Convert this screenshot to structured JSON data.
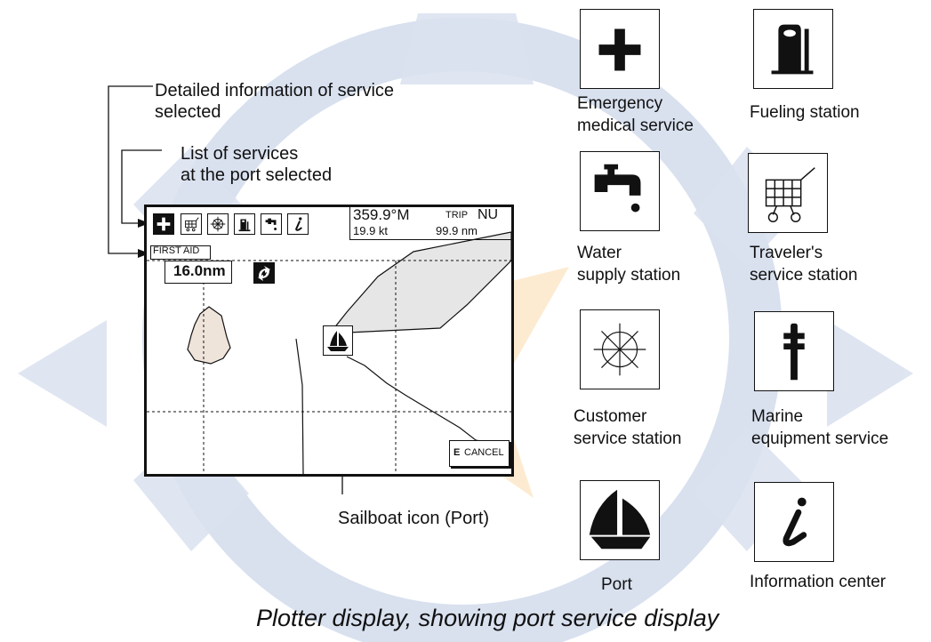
{
  "colors": {
    "watermark_blue": "#d9e1ef",
    "watermark_orange": "#fde9cc",
    "land": "#e6e6e6",
    "island": "#efe4da",
    "ink": "#111111"
  },
  "callouts": {
    "detail_line1": "Detailed information of service",
    "detail_line2": "selected",
    "list_line1": "List of services",
    "list_line2": "at the port selected",
    "sailboat": "Sailboat icon (Port)"
  },
  "screen": {
    "heading": "359.9°M",
    "trip_label": "TRIP",
    "nu_label": "NU",
    "speed": "19.9 kt",
    "distance": "99.9 nm",
    "tab_label": "FIRST AID",
    "range": "16.0nm",
    "cancel_key": "E",
    "cancel_label": "CANCEL",
    "toolbar_icons": [
      "first-aid-icon",
      "cart-icon",
      "compass-icon",
      "fuel-icon",
      "water-tap-icon",
      "info-icon"
    ]
  },
  "legend": {
    "emergency": {
      "icon": "cross-icon",
      "line1": "Emergency",
      "line2": "medical service"
    },
    "fueling": {
      "icon": "fuel-pump-icon",
      "line1": "Fueling station"
    },
    "water": {
      "icon": "water-tap-icon",
      "line1": "Water",
      "line2": "supply station"
    },
    "traveler": {
      "icon": "shopping-cart-icon",
      "line1": "Traveler's",
      "line2": "service station"
    },
    "customer": {
      "icon": "compass-rose-icon",
      "line1": "Customer",
      "line2": "service station"
    },
    "marine": {
      "icon": "marine-equipment-icon",
      "line1": "Marine",
      "line2": "equipment service"
    },
    "port": {
      "icon": "sailboat-icon",
      "line1": "Port"
    },
    "information": {
      "icon": "info-icon",
      "line1": "Information center"
    }
  },
  "caption": "Plotter display, showing port service display"
}
